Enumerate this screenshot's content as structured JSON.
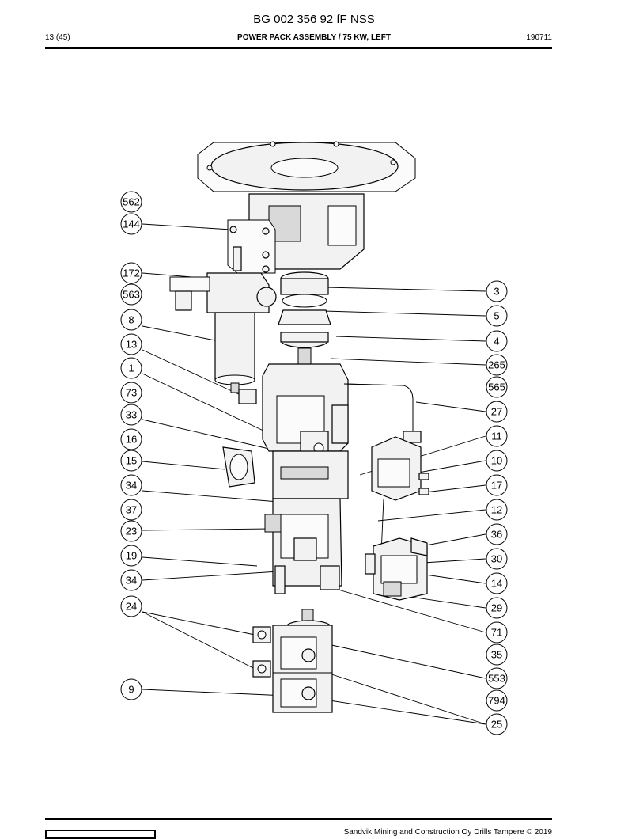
{
  "header": {
    "doc_title": "BG 002 356 92 fF NSS",
    "page": "13 (45)",
    "section_title": "POWER PACK ASSEMBLY / 75 KW, LEFT",
    "date": "190711"
  },
  "footer": {
    "copyright": "Sandvik Mining and Construction Oy Drills Tampere © 2019"
  },
  "callouts": [
    {
      "label": "562"
    },
    {
      "label": "144"
    },
    {
      "label": "172"
    },
    {
      "label": "563"
    },
    {
      "label": "8"
    },
    {
      "label": "13"
    },
    {
      "label": "1"
    },
    {
      "label": "73"
    },
    {
      "label": "33"
    },
    {
      "label": "16"
    },
    {
      "label": "15"
    },
    {
      "label": "34"
    },
    {
      "label": "37"
    },
    {
      "label": "23"
    },
    {
      "label": "19"
    },
    {
      "label": "34"
    },
    {
      "label": "24"
    },
    {
      "label": "9"
    },
    {
      "label": "3"
    },
    {
      "label": "5"
    },
    {
      "label": "4"
    },
    {
      "label": "265"
    },
    {
      "label": "565"
    },
    {
      "label": "27"
    },
    {
      "label": "11"
    },
    {
      "label": "10"
    },
    {
      "label": "17"
    },
    {
      "label": "12"
    },
    {
      "label": "36"
    },
    {
      "label": "30"
    },
    {
      "label": "14"
    },
    {
      "label": "29"
    },
    {
      "label": "71"
    },
    {
      "label": "35"
    },
    {
      "label": "553"
    },
    {
      "label": "794"
    },
    {
      "label": "25"
    }
  ]
}
